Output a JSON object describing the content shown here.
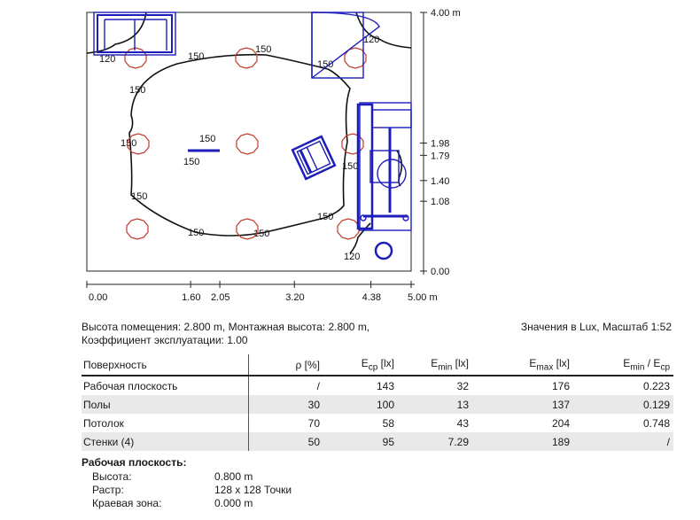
{
  "plan": {
    "x_labels": [
      "0.00",
      "1.60",
      "2.05",
      "3.20",
      "4.38",
      "5.00 m"
    ],
    "x_values": [
      0,
      1.6,
      2.05,
      3.2,
      4.38,
      5.0
    ],
    "y_labels": [
      "4.00 m",
      "1.98",
      "1.79",
      "1.40",
      "1.08",
      "0.00"
    ],
    "y_values": [
      4.0,
      1.98,
      1.79,
      1.4,
      1.08,
      0.0
    ],
    "contour_labels": [
      "120",
      "150",
      "150",
      "150",
      "120",
      "150",
      "150",
      "150",
      "150",
      "150",
      "150",
      "150",
      "150",
      "120",
      "150"
    ],
    "colors": {
      "luminaire": "#c0392b",
      "furniture": "#1d1dbb",
      "isoline": "#111111",
      "frame": "#222222"
    }
  },
  "info": {
    "line1": "Высота помещения: 2.800 m, Монтажная высота: 2.800 m,",
    "line2": "Коэффициент эксплуатации: 1.00",
    "units": "Значения в Lux, Масштаб 1:52"
  },
  "table": {
    "headers": {
      "surface": "Поверхность",
      "rho": "ρ [%]",
      "ecp_main": "E",
      "ecp_sub": "cp",
      "ecp_unit": " [lx]",
      "emin_main": "E",
      "emin_sub": "min",
      "emin_unit": " [lx]",
      "emax_main": "E",
      "emax_sub": "max",
      "emax_unit": " [lx]",
      "ratio_main1": "E",
      "ratio_sub1": "min",
      "ratio_sep": " / E",
      "ratio_sub2": "cp"
    },
    "rows": [
      {
        "surface": "Рабочая плоскость",
        "rho": "/",
        "ecp": "143",
        "emin": "32",
        "emax": "176",
        "ratio": "0.223"
      },
      {
        "surface": "Полы",
        "rho": "30",
        "ecp": "100",
        "emin": "13",
        "emax": "137",
        "ratio": "0.129"
      },
      {
        "surface": "Потолок",
        "rho": "70",
        "ecp": "58",
        "emin": "43",
        "emax": "204",
        "ratio": "0.748"
      },
      {
        "surface": "Стенки (4)",
        "rho": "50",
        "ecp": "95",
        "emin": "7.29",
        "emax": "189",
        "ratio": "/"
      }
    ]
  },
  "workplane": {
    "title": "Рабочая плоскость:",
    "items": [
      {
        "key": "Высота:",
        "value": "0.800 m"
      },
      {
        "key": "Растр:",
        "value": "128 x 128 Точки"
      },
      {
        "key": "Краевая зона:",
        "value": "0.000 m"
      }
    ]
  }
}
